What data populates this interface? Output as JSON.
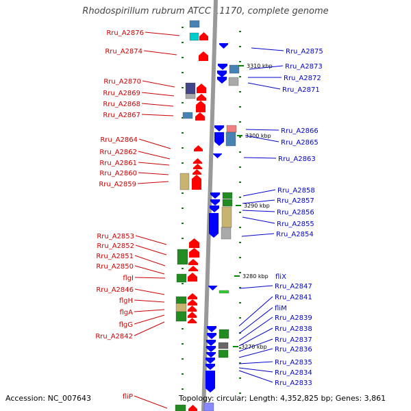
{
  "title": "Rhodospirillum rubrum ATCC 11170, complete genome",
  "footer": {
    "accession": "Accession: NC_007643",
    "topology": "Topology: circular; Length: 4,352,825 bp; Genes: 3,861"
  },
  "colors": {
    "left_label": "#cc0000",
    "right_label": "#0000cc",
    "backbone": "#999999",
    "gene_red": "#ff0000",
    "gene_blue": "#0000ff",
    "gene_green": "#228b22",
    "gene_khaki": "#c8b46e",
    "gene_grey": "#aaaaaa",
    "gene_steelblue": "#4682b4",
    "gene_cyan": "#00cccc",
    "gene_navy": "#444488",
    "gene_pink": "#f08080",
    "tick_mark": "#008800"
  },
  "scale_ticks": [
    "3310 kbp",
    "3300 kbp",
    "3290 kbp",
    "3280 kbp",
    "3270 kbp"
  ],
  "left_labels": [
    "Rru_A2876",
    "Rru_A2874",
    "Rru_A2870",
    "Rru_A2869",
    "Rru_A2868",
    "Rru_A2867",
    "Rru_A2864",
    "Rru_A2862",
    "Rru_A2861",
    "Rru_A2860",
    "Rru_A2859",
    "Rru_A2853",
    "Rru_A2852",
    "Rru_A2851",
    "Rru_A2850",
    "flgI",
    "Rru_A2846",
    "flgH",
    "flgA",
    "flgG",
    "Rru_A2842",
    "fliP"
  ],
  "right_labels": [
    "Rru_A2875",
    "Rru_A2873",
    "Rru_A2872",
    "Rru_A2871",
    "Rru_A2866",
    "Rru_A2865",
    "Rru_A2863",
    "Rru_A2858",
    "Rru_A2857",
    "Rru_A2856",
    "Rru_A2855",
    "Rru_A2854",
    "fliX",
    "Rru_A2847",
    "Rru_A2841",
    "fliM",
    "Rru_A2839",
    "Rru_A2838",
    "Rru_A2837",
    "Rru_A2836",
    "Rru_A2835",
    "Rru_A2834",
    "Rru_A2833"
  ]
}
